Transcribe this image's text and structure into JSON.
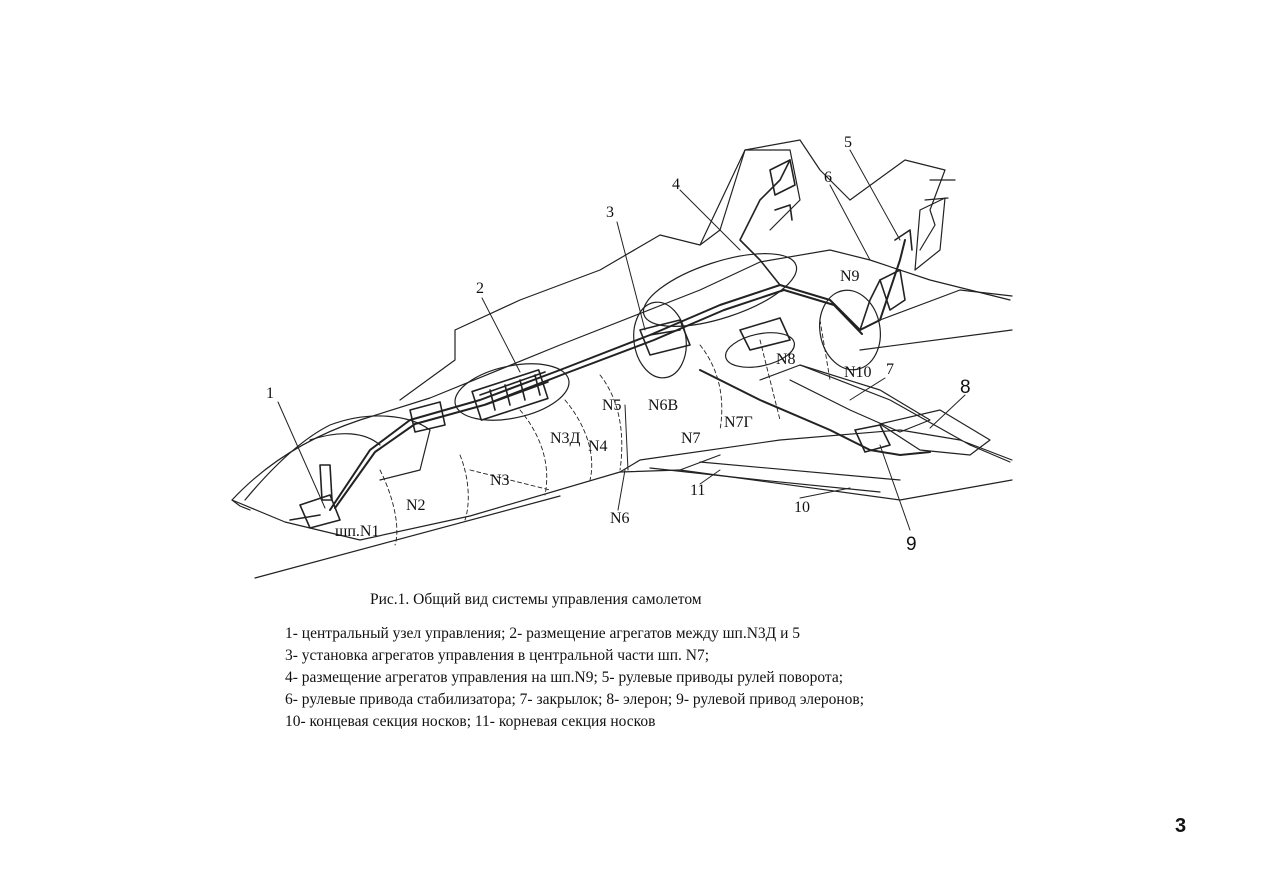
{
  "figure": {
    "labels": {
      "n1": "1",
      "n2": "2",
      "n3": "3",
      "n4": "4",
      "n5": "5",
      "n6": "6",
      "n7": "7",
      "n8": "8",
      "n9": "9",
      "n10": "10",
      "n11": "11",
      "frame_sp1": "шп.N1",
      "frame_n2": "N2",
      "frame_n3": "N3",
      "frame_n3d": "N3Д",
      "frame_n4": "N4",
      "frame_n5": "N5",
      "frame_n6": "N6",
      "frame_n6v": "N6В",
      "frame_n7": "N7",
      "frame_n7g": "N7Г",
      "frame_n8": "N8",
      "frame_n9": "N9",
      "frame_n10": "N10"
    }
  },
  "caption": "Рис.1.  Общий вид системы управления самолетом",
  "legend": [
    "1- центральный узел управления; 2- размещение агрегатов между шп.N3Д и 5",
    "3- установка агрегатов управления в центральной части шп. N7;",
    "4- размещение агрегатов управления на шп.N9; 5- рулевые приводы рулей поворота;",
    "6- рулевые привода стабилизатора; 7- закрылок; 8- элерон; 9- рулевой привод элеронов;",
    "10- концевая секция носков; 11- корневая секция носков"
  ],
  "page_number": "3"
}
